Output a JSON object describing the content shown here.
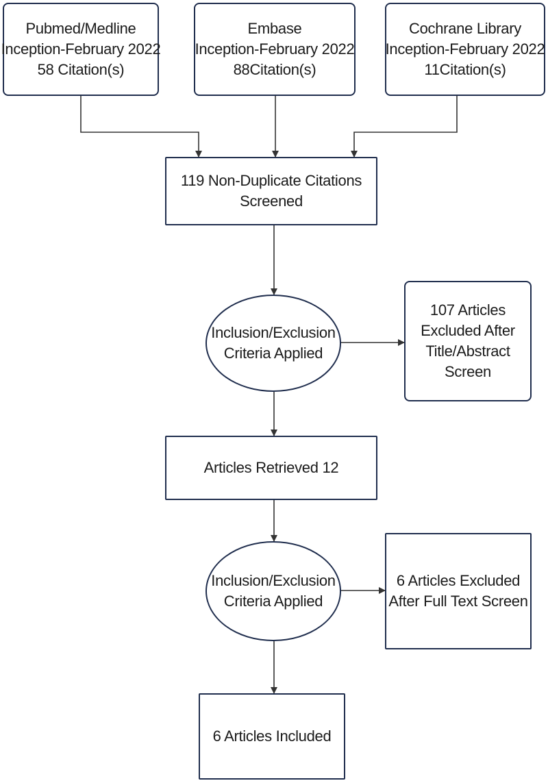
{
  "sources": [
    {
      "lines": [
        "Pubmed/Medline",
        "Inception-February 2022",
        "58 Citation(s)"
      ]
    },
    {
      "lines": [
        "Embase",
        "Inception-February 2022",
        "88Citation(s)"
      ]
    },
    {
      "lines": [
        "Cochrane Library",
        "Inception-February 2022",
        "11Citation(s)"
      ]
    }
  ],
  "screened": {
    "lines": [
      "119 Non-Duplicate Citations",
      "Screened"
    ]
  },
  "criteria_1": {
    "lines": [
      "Inclusion/Exclusion",
      "Criteria Applied"
    ]
  },
  "excluded_1": {
    "lines": [
      "107 Articles",
      "Excluded After",
      "Title/Abstract",
      "Screen"
    ]
  },
  "retrieved": {
    "lines": [
      "Articles Retrieved 12"
    ]
  },
  "criteria_2": {
    "lines": [
      "Inclusion/Exclusion",
      "Criteria Applied"
    ]
  },
  "excluded_2": {
    "lines": [
      "6 Articles Excluded",
      "After Full Text Screen"
    ]
  },
  "included": {
    "lines": [
      "6 Articles Included"
    ]
  },
  "colors": {
    "border": "#1f2d4d",
    "line": "#333333"
  }
}
